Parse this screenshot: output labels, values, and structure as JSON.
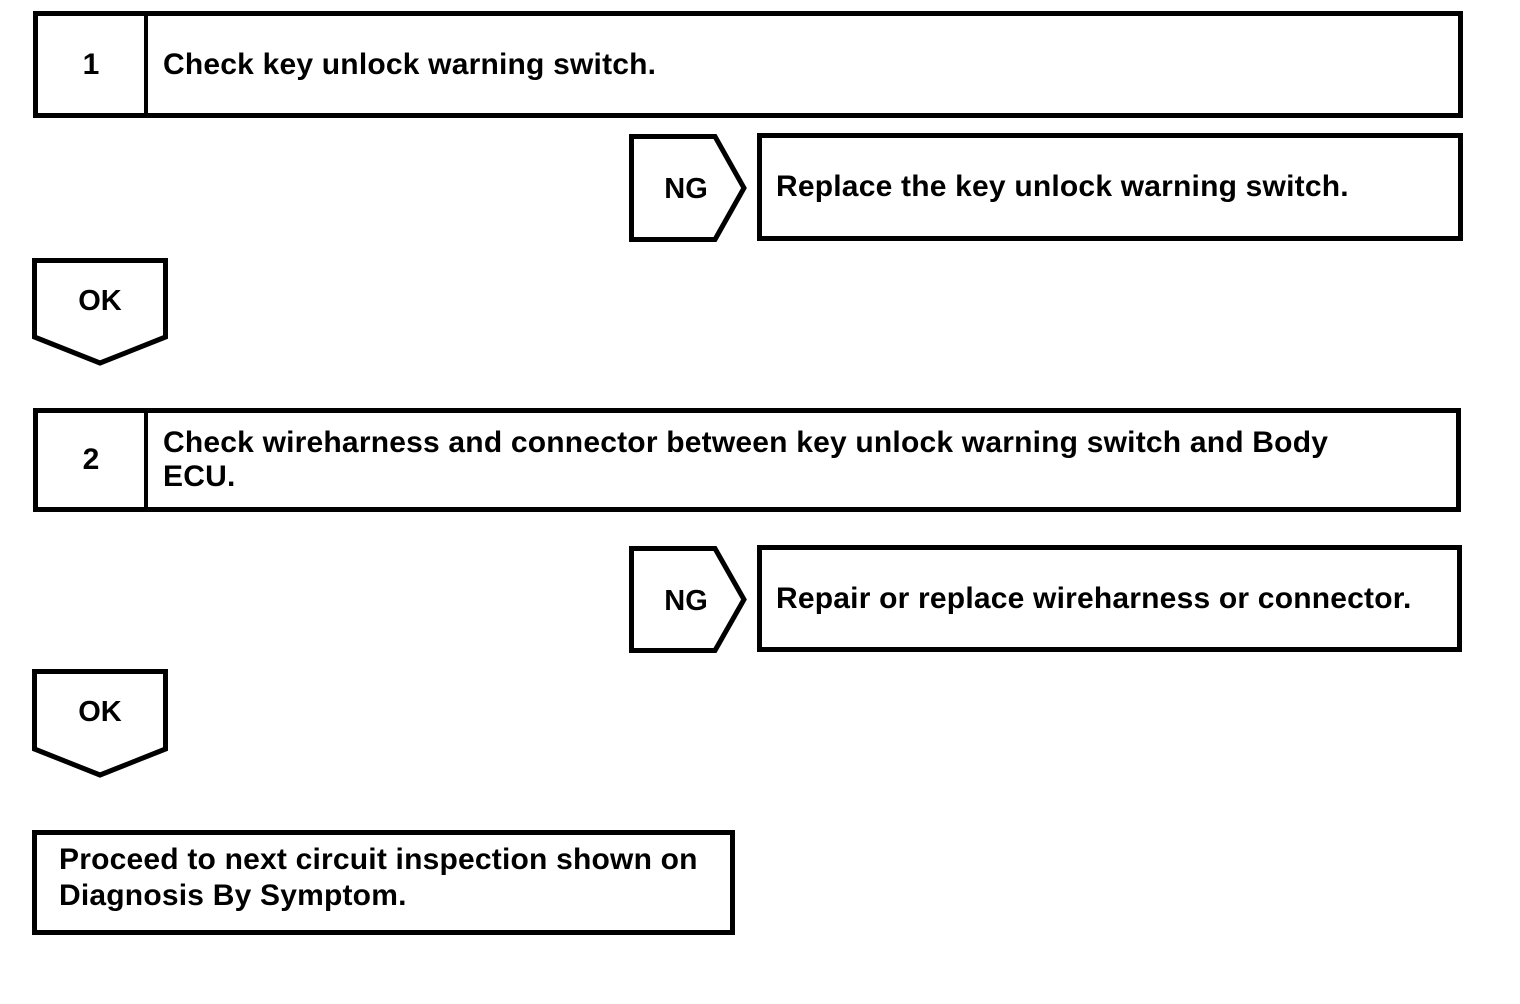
{
  "page": {
    "background_color": "#ffffff",
    "ink_color": "#000000",
    "kind": "diagnostic circuit inspection flowchart"
  },
  "flowchart": {
    "steps": [
      {
        "number": "1",
        "instruction": "Check key unlock warning switch.",
        "lines": [
          "Check key unlock warning switch."
        ],
        "ng_label": "NG",
        "ng_action": "Replace the key unlock warning switch.",
        "ok_label": "OK"
      },
      {
        "number": "2",
        "instruction": "Check wireharness and connector between key unlock warning switch and Body ECU.",
        "lines": [
          "Check wireharness and connector between key unlock warning switch and Body",
          "ECU."
        ],
        "ng_label": "NG",
        "ng_action": "Repair or replace wireharness or connector.",
        "ok_label": "OK"
      }
    ],
    "terminal": {
      "text": "Proceed to next circuit inspection shown on Diagnosis By Symptom.",
      "lines": [
        "Proceed to next circuit inspection shown on",
        "Diagnosis By Symptom."
      ]
    }
  }
}
